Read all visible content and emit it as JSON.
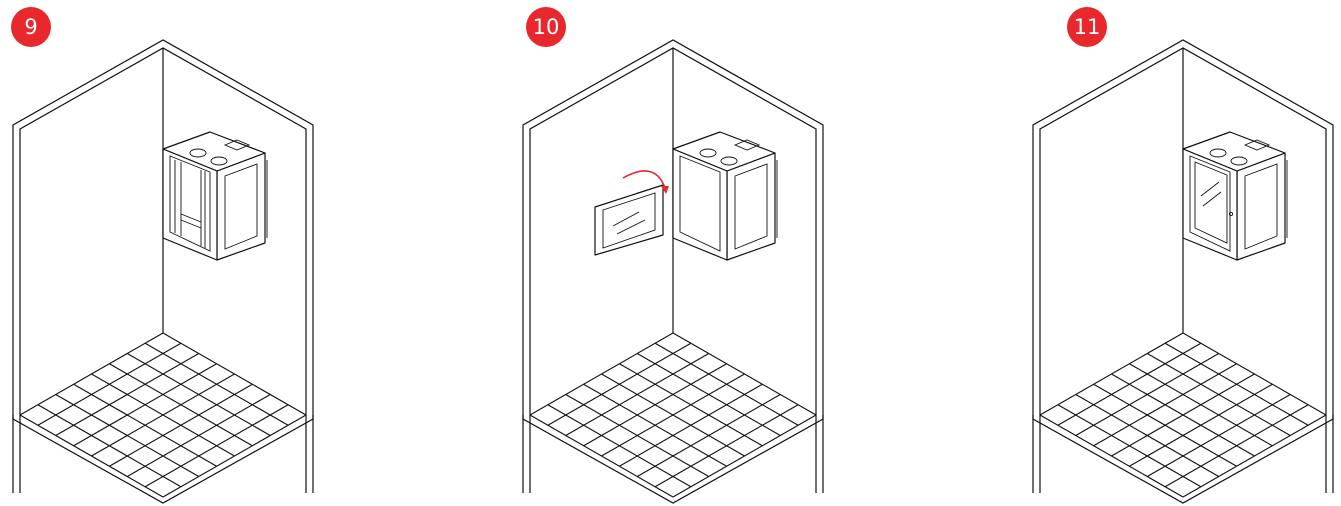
{
  "steps": [
    {
      "label": "9",
      "state": "door-removed"
    },
    {
      "label": "10",
      "state": "door-attaching"
    },
    {
      "label": "11",
      "state": "door-closed"
    }
  ],
  "colors": {
    "badge": "#e8282d",
    "line": "#111111",
    "arrow": "#e8282d"
  }
}
